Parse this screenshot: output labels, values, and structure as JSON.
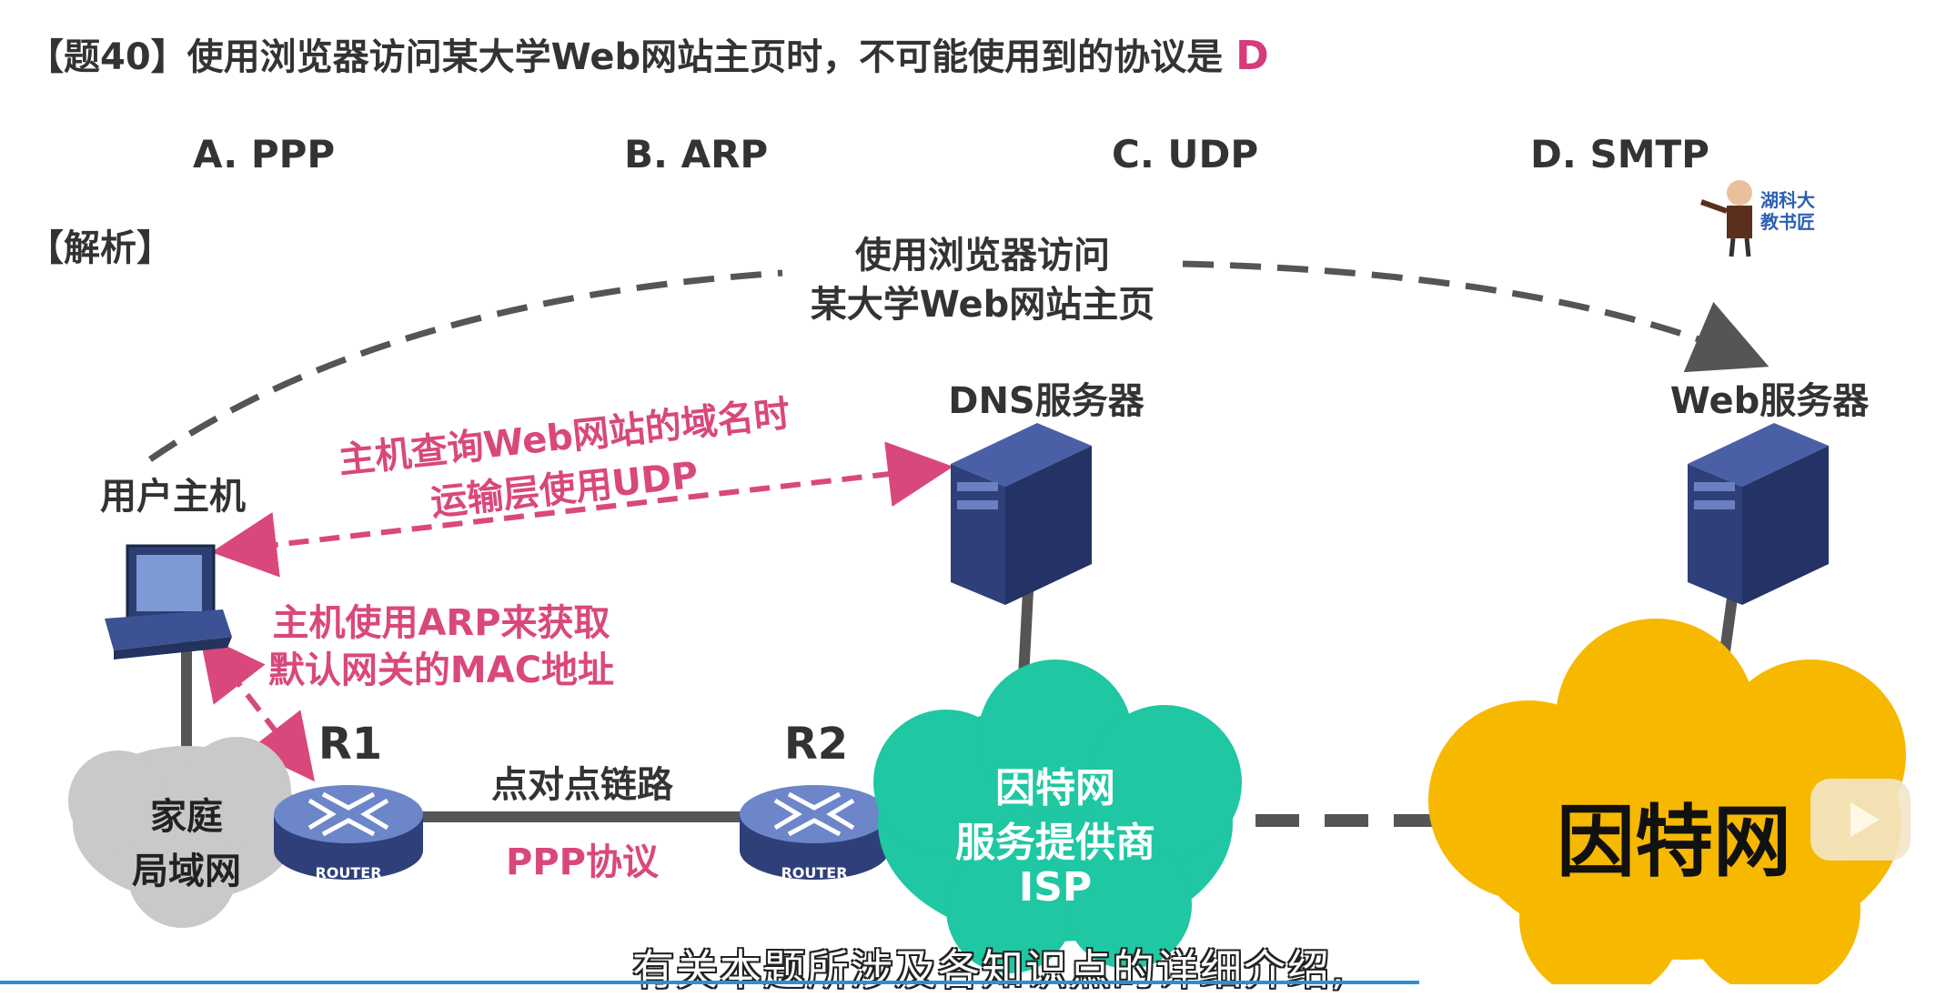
{
  "question": {
    "title": "【题40】使用浏览器访问某大学Web网站主页时，不可能使用到的协议是",
    "answer": "D"
  },
  "options": [
    "A. PPP",
    "B. ARP",
    "C. UDP",
    "D. SMTP"
  ],
  "analysis_label": "【解析】",
  "diagram": {
    "browse_line1": "使用浏览器访问",
    "browse_line2": "某大学Web网站主页",
    "dns_server": "DNS服务器",
    "web_server": "Web服务器",
    "user_host": "用户主机",
    "dns_note_line1": "主机查询Web网站的域名时",
    "dns_note_line2": "运输层使用UDP",
    "arp_note_line1": "主机使用ARP来获取",
    "arp_note_line2": "默认网关的MAC地址",
    "r1": "R1",
    "r2": "R2",
    "router_text": "ROUTER",
    "p2p_link": "点对点链路",
    "ppp_protocol": "PPP协议",
    "home_lan_line1": "家庭",
    "home_lan_line2": "局域网",
    "isp_line1": "因特网",
    "isp_line2": "服务提供商",
    "isp_line3": "ISP",
    "internet": "因特网"
  },
  "teacher_badge": {
    "line1": "湖科大",
    "line2": "教书匠"
  },
  "subtitle": "有关本题所涉及各知识点的详细介绍,",
  "colors": {
    "pink": "#d9487c",
    "isp_cloud": "#1fc7a3",
    "internet_cloud": "#f7b800",
    "lan_cloud": "#c9c9c9",
    "dashed_gray": "#555555"
  }
}
